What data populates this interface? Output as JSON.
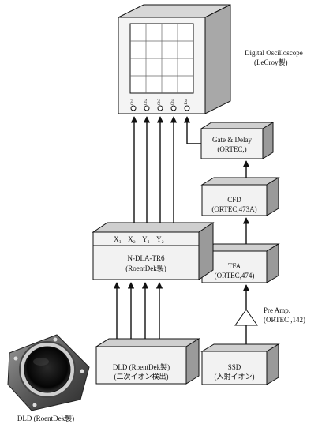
{
  "oscilloscope": {
    "name": "Digital Oscilloscope",
    "maker": "(LeCroy製)",
    "channel_labels": [
      "Ch1",
      "Ch2",
      "Ch3",
      "Ch4",
      "Ext"
    ]
  },
  "gate_delay": {
    "line1": "Gate & Delay",
    "line2": "(ORTEC,)"
  },
  "cfd": {
    "line1": "CFD",
    "line2": "(ORTEC,473A)"
  },
  "tfa": {
    "line1": "TFA",
    "line2": "(ORTEC,474)"
  },
  "preamp": {
    "line1": "Pre Amp.",
    "line2": "(ORTEC ,142)"
  },
  "ndla": {
    "outputs_prefix": "X",
    "outputs": [
      "X₁",
      "X₂",
      "Y₁",
      "Y₂"
    ],
    "line1": "N-DLA-TR6",
    "line2": "(RoentDek製)"
  },
  "dld": {
    "line1": "DLD (RoentDek製)",
    "line2": "(二次イオン検出)"
  },
  "ssd": {
    "line1": "SSD",
    "line2": "(入射イオン)"
  },
  "photo": {
    "caption": "DLD (RoentDek製)"
  },
  "colors": {
    "box_front": "#f2f2f2",
    "box_top": "#cfcfcf",
    "box_side": "#9a9a9a",
    "line": "#111111",
    "photo_dark": "#1a1a1a"
  }
}
